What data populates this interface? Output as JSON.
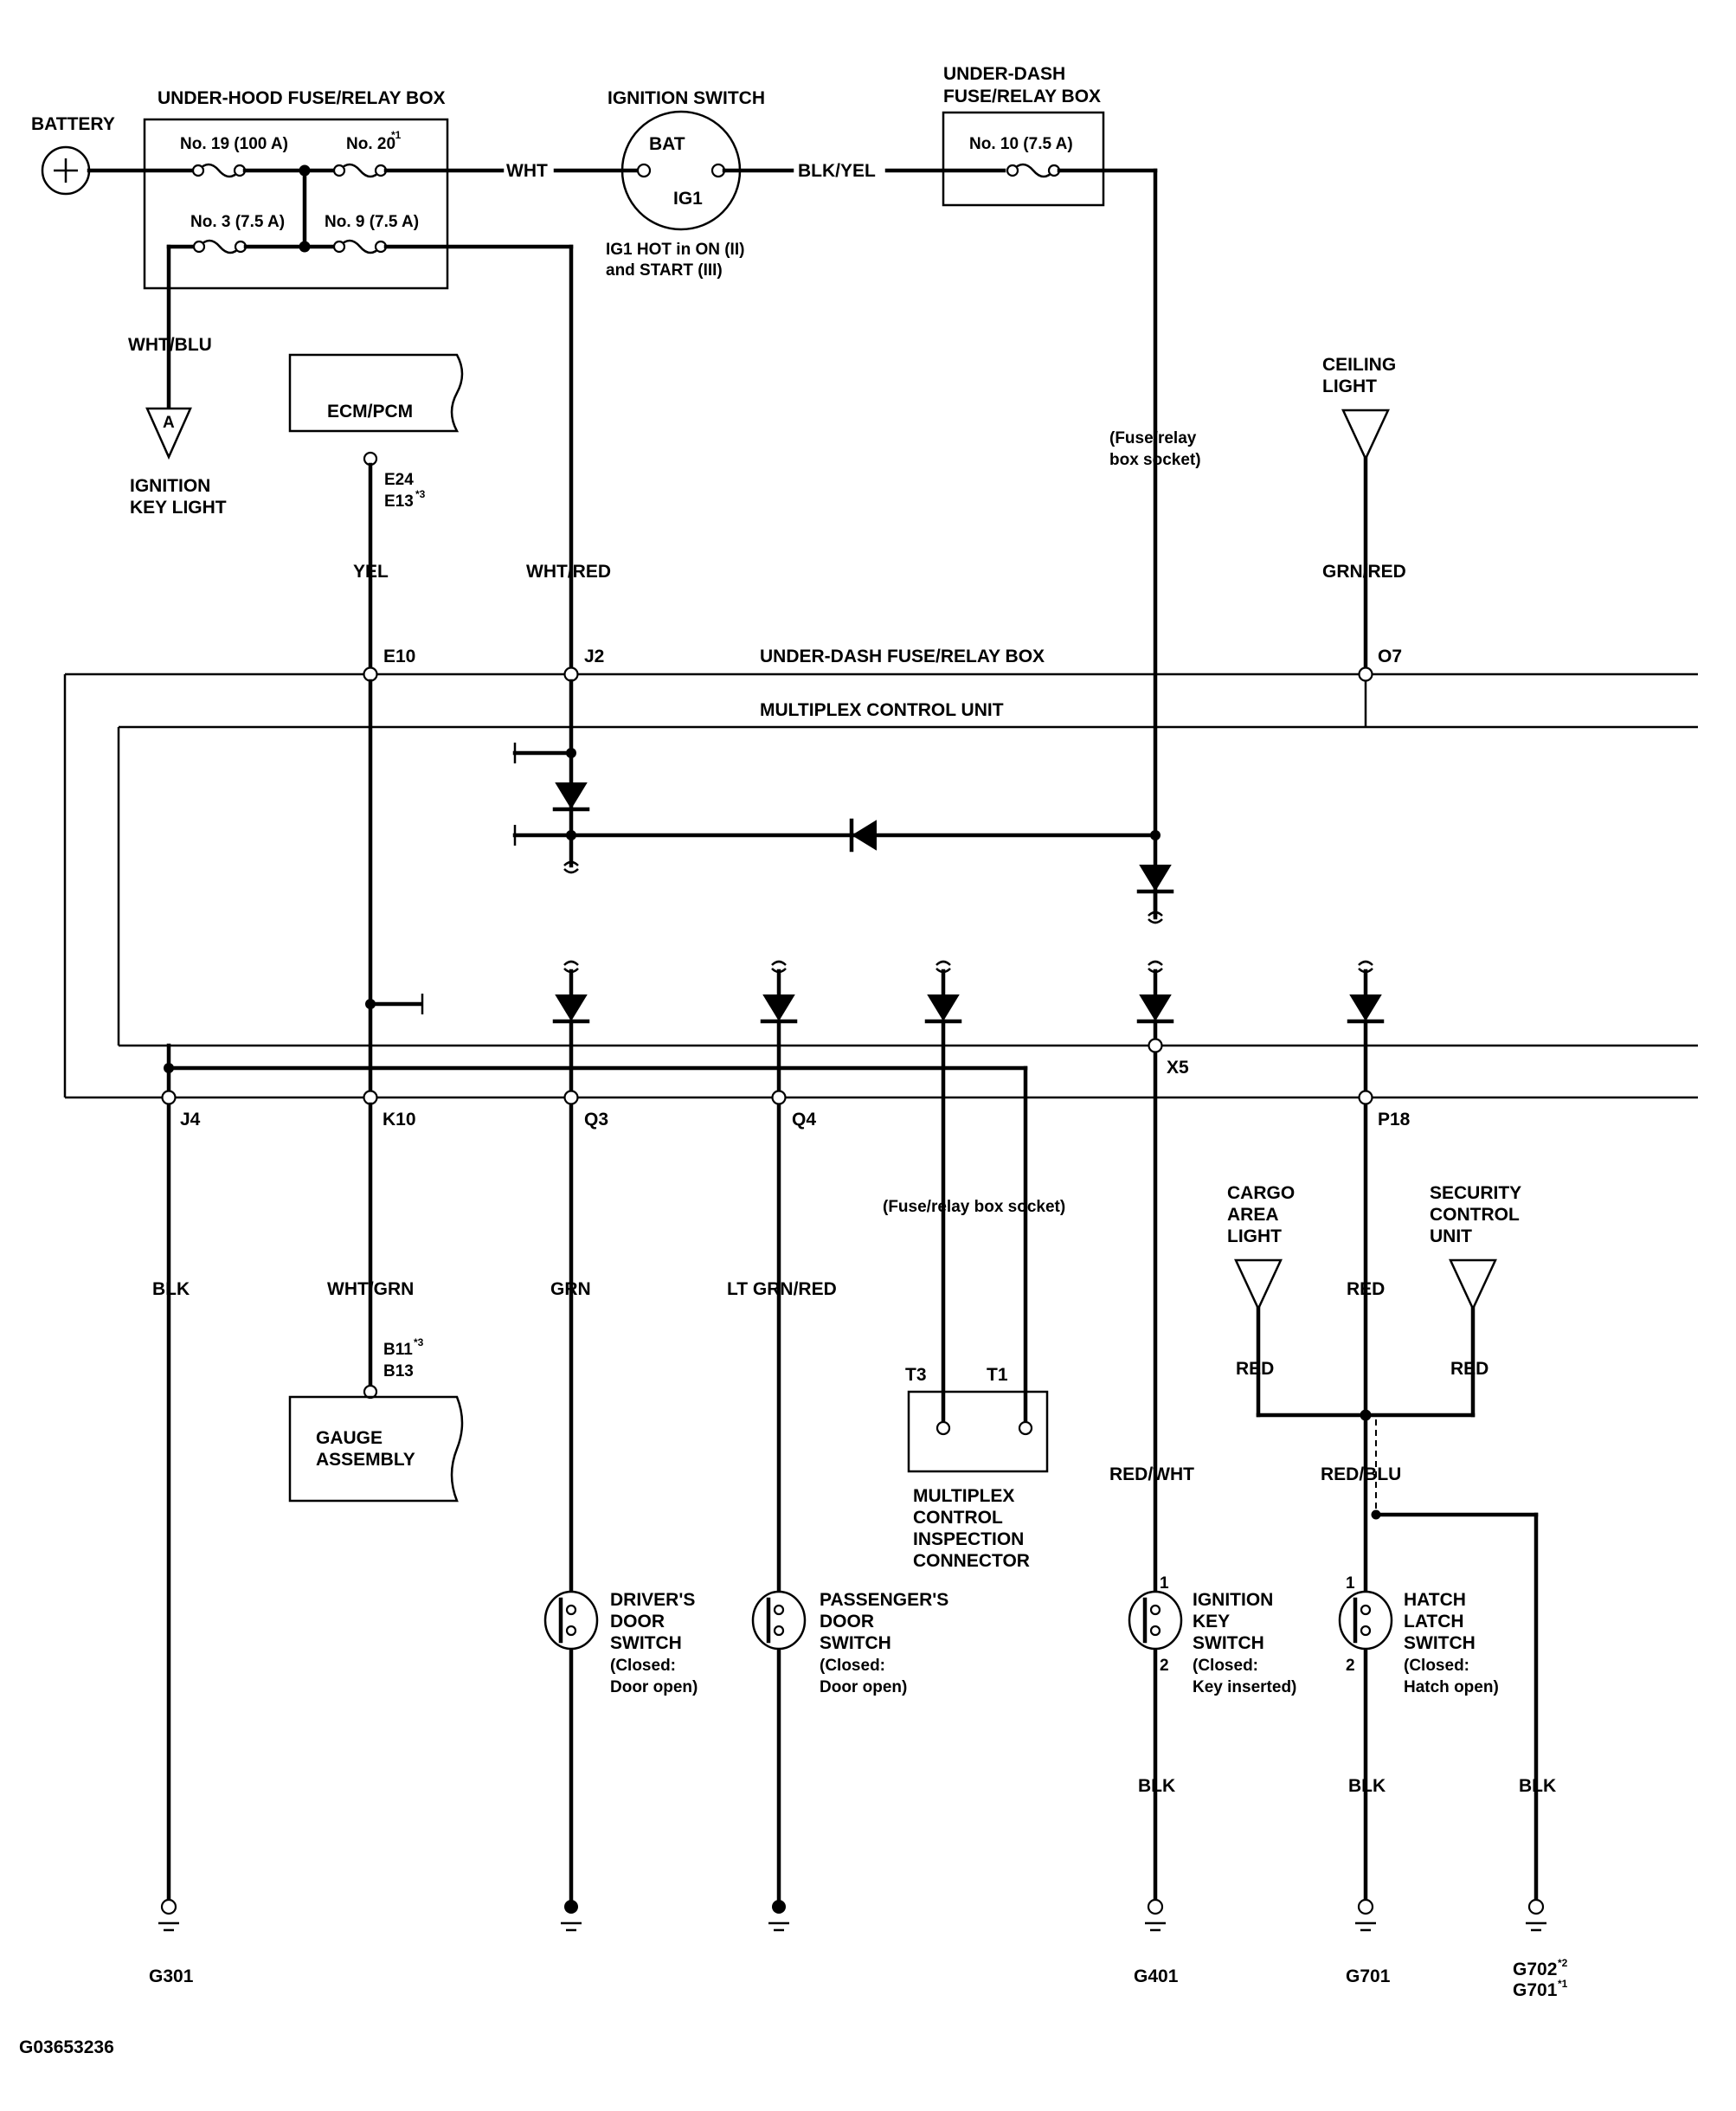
{
  "power": {
    "battery": "BATTERY",
    "uh_box": "UNDER-HOOD FUSE/RELAY BOX",
    "fuse19": "No. 19 (100 A)",
    "fuse20": "No. 20",
    "fuse20_sup": "*1",
    "fuse3": "No. 3 (7.5 A)",
    "fuse9": "No. 9 (7.5 A)",
    "ign_switch": "IGNITION SWITCH",
    "bat": "BAT",
    "ig1": "IG1",
    "ig1_note1": "IG1 HOT in ON (II)",
    "ig1_note2": "and START (III)",
    "ud_box1": "UNDER-DASH",
    "ud_box2": "FUSE/RELAY BOX",
    "fuse10": "No. 10 (7.5 A)",
    "wht": "WHT",
    "blkyel": "BLK/YEL",
    "whtblu": "WHT/BLU",
    "conn_a": "A",
    "ign_key_light1": "IGNITION",
    "ign_key_light2": "KEY LIGHT",
    "socket1": "(Fuse/relay",
    "socket2": "box socket)"
  },
  "upper": {
    "ecm": "ECM/PCM",
    "e24": "E24",
    "e13": "E13",
    "e13_sup": "*3",
    "yel": "YEL",
    "whtred": "WHT/RED",
    "ceiling1": "CEILING",
    "ceiling2": "LIGHT",
    "grnred": "GRN/RED",
    "e10": "E10",
    "j2": "J2",
    "ud_label": "UNDER-DASH FUSE/RELAY BOX",
    "o7": "O7",
    "mcu": "MULTIPLEX CONTROL UNIT"
  },
  "lower": {
    "x5": "X5",
    "j4": "J4",
    "k10": "K10",
    "q3": "Q3",
    "q4": "Q4",
    "p18": "P18",
    "socket": "(Fuse/relay box socket)",
    "blk": "BLK",
    "whtgrn": "WHT/GRN",
    "grn": "GRN",
    "ltgrnred": "LT GRN/RED",
    "b11": "B11",
    "b11_sup": "*3",
    "b13": "B13",
    "gauge1": "GAUGE",
    "gauge2": "ASSEMBLY",
    "t3": "T3",
    "t1": "T1",
    "mci1": "MULTIPLEX",
    "mci2": "CONTROL",
    "mci3": "INSPECTION",
    "mci4": "CONNECTOR",
    "cargo1": "CARGO",
    "cargo2": "AREA",
    "cargo3": "LIGHT",
    "security1": "SECURITY",
    "security2": "CONTROL",
    "security3": "UNIT",
    "red": "RED",
    "redwht": "RED/WHT",
    "redblu": "RED/BLU"
  },
  "switches": {
    "drv1": "DRIVER'S",
    "drv2": "DOOR",
    "drv3": "SWITCH",
    "drv4": "(Closed:",
    "drv5": "Door open)",
    "pas1": "PASSENGER'S",
    "pas2": "DOOR",
    "pas3": "SWITCH",
    "pas4": "(Closed:",
    "pas5": "Door open)",
    "ign1": "IGNITION",
    "ign2": "KEY",
    "ign3": "SWITCH",
    "ign4": "(Closed:",
    "ign5": "Key inserted)",
    "hat1": "HATCH",
    "hat2": "LATCH",
    "hat3": "SWITCH",
    "hat4": "(Closed:",
    "hat5": "Hatch open)",
    "pin1": "1",
    "pin2": "2"
  },
  "grounds": {
    "g301": "G301",
    "g401": "G401",
    "g701": "G701",
    "g702": "G702",
    "g702_sup": "*2",
    "g701b": "G701",
    "g701b_sup": "*1"
  },
  "footer": {
    "code": "G03653236"
  }
}
